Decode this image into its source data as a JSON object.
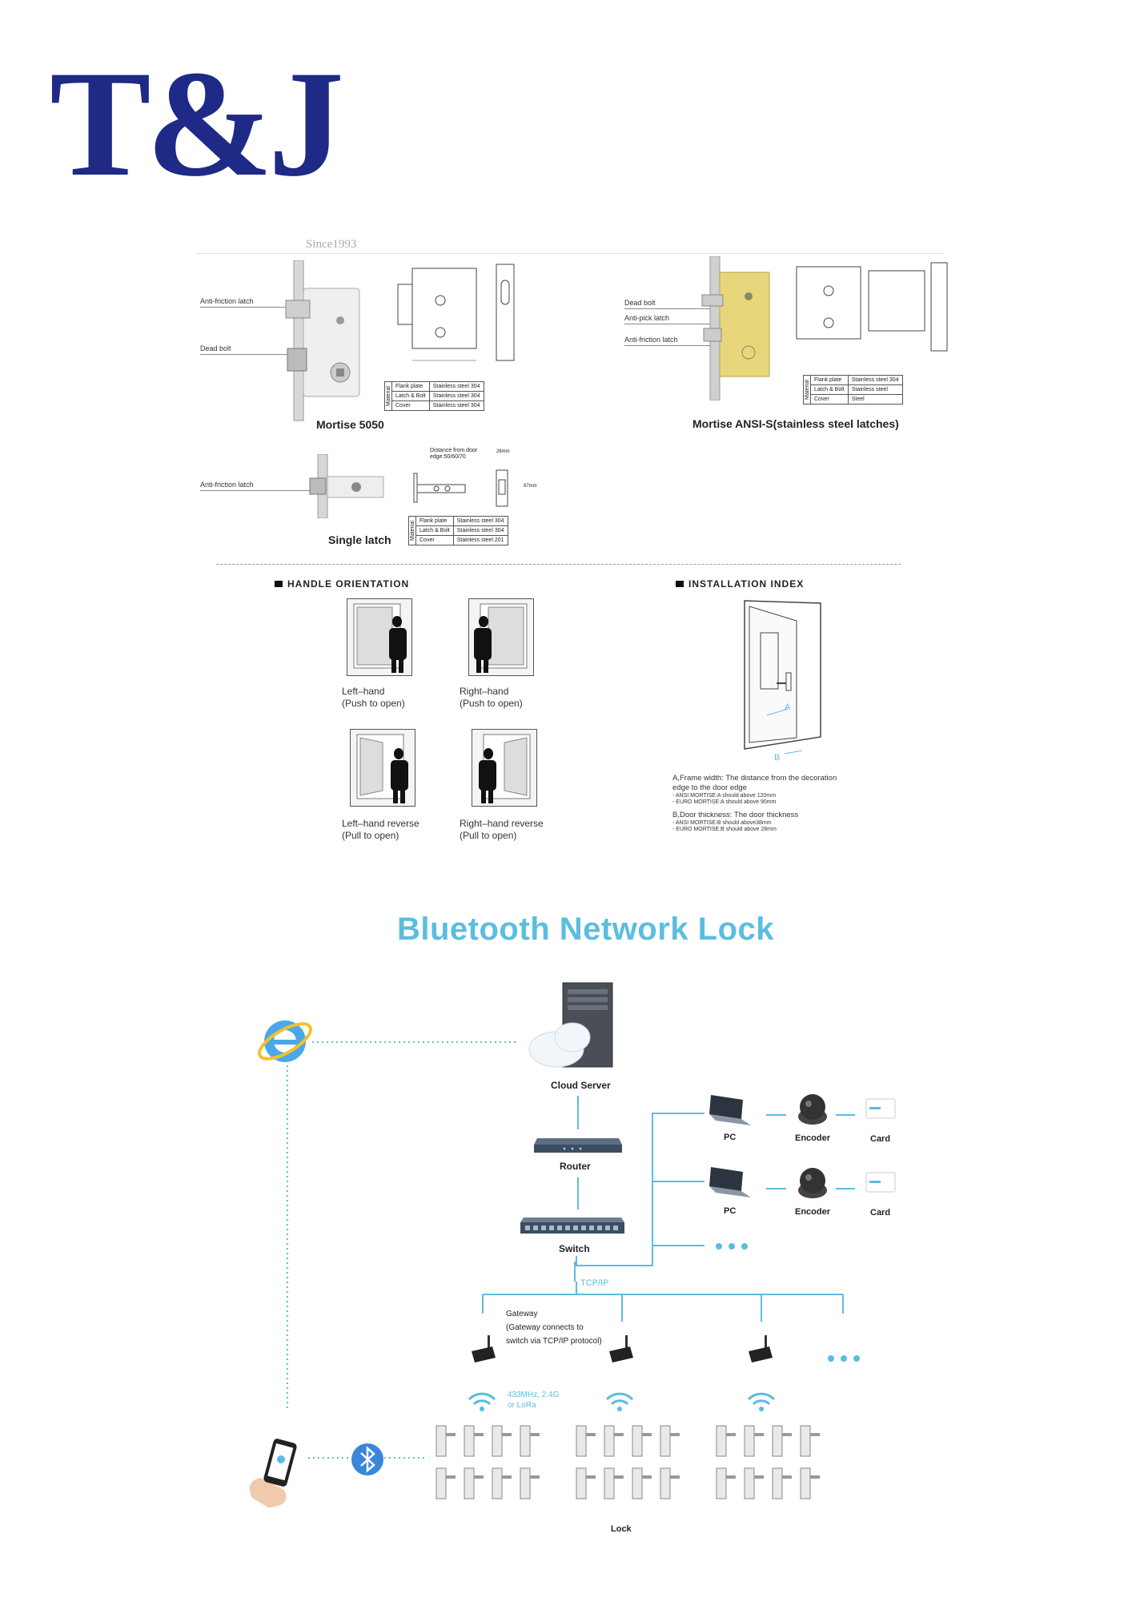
{
  "brand": {
    "logo_text": "T&J",
    "since": "Since1993"
  },
  "mortise5050": {
    "caption": "Mortise 5050",
    "labels": [
      "Anti-friction latch",
      "Dead bolt"
    ],
    "material": {
      "side": "Material",
      "rows": [
        [
          "Flank plate",
          "Stainless steel 304"
        ],
        [
          "Latch & Bolt",
          "Stainless steel 304"
        ],
        [
          "Cover",
          "Stainless steel 304"
        ]
      ]
    }
  },
  "mortise_ansi": {
    "caption": "Mortise ANSI-S(stainless steel latches)",
    "labels": [
      "Dead bolt",
      "Anti-pick latch",
      "Anti-friction latch"
    ],
    "material": {
      "side": "Material",
      "rows": [
        [
          "Flank plate",
          "Stainless steel 304"
        ],
        [
          "Latch & Bolt",
          "Stainless steel"
        ],
        [
          "Cover",
          "Steel"
        ]
      ]
    }
  },
  "single_latch": {
    "caption": "Single latch",
    "labels": [
      "Anti-friction latch"
    ],
    "dim_note": "Distance from door edge:50/60/70",
    "dim_a": "26mm",
    "dim_b": "67mm",
    "material": {
      "side": "Material",
      "rows": [
        [
          "Flank plate",
          "Stainless steel 304"
        ],
        [
          "Latch & Bolt",
          "Stainless steel 304"
        ],
        [
          "Cover",
          "Stainless steel 201"
        ]
      ]
    }
  },
  "handle_orientation": {
    "title": "HANDLE  ORIENTATION",
    "items": [
      {
        "name": "Left–hand",
        "note": "(Push to open)"
      },
      {
        "name": "Right–hand",
        "note": "(Push to open)"
      },
      {
        "name": "Left–hand reverse",
        "note": "(Pull to open)"
      },
      {
        "name": "Right–hand reverse",
        "note": "(Pull to open)"
      }
    ]
  },
  "installation": {
    "title": "INSTALLATION  INDEX",
    "letter_a": "A",
    "letter_b": "B",
    "a_line1": "A,Frame width:  The distance from the decoration",
    "a_line2": "edge to the door edge",
    "a_sub1": "- ANSI MORTISE:A should above 120mm",
    "a_sub2": "- EURO MORTISE:A should above 90mm",
    "b_line1": "B,Door thickness:  The door thickness",
    "b_sub1": "- ANSI MORTISE:B should above38mm",
    "b_sub2": "- EURO MORTISE:B should above 28mm"
  },
  "network": {
    "title": "Bluetooth  Network Lock",
    "cloud_server": "Cloud Server",
    "router": "Router",
    "switch": "Switch",
    "tcpip": "TCP/IP",
    "gateway": [
      "Gateway",
      "(Gateway connects to",
      "switch via TCP/IP protocol)"
    ],
    "pc": "PC",
    "encoder": "Encoder",
    "card": "Card",
    "freq": [
      "433MHz, 2.4G",
      "or LoRa"
    ],
    "lock": "Lock",
    "colors": {
      "accent": "#5bbde0"
    }
  }
}
